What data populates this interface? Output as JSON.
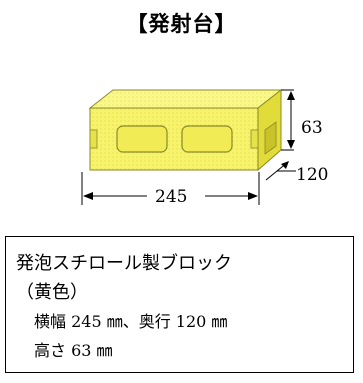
{
  "title": "【発射台】",
  "dimensions": {
    "height": "63",
    "depth": "120",
    "width": "245"
  },
  "description": {
    "name_line": "発泡スチロール製ブロック",
    "color_line": "（黄色）",
    "size_line_1": "横幅 245 ㎜、奥行 120 ㎜",
    "size_line_2": "高さ 63 ㎜"
  },
  "colors": {
    "block_fill": "#f7f36a",
    "block_top": "#fbf88a",
    "block_shadow": "#e2dc3a",
    "block_stroke": "#8a8a2a"
  }
}
